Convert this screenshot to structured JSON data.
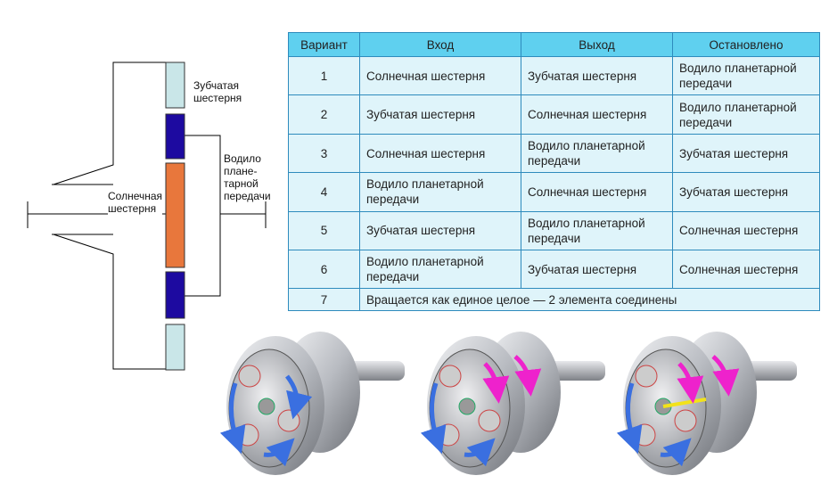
{
  "schematic": {
    "ring_gear_label": "Зубчатая\nшестерня",
    "carrier_label": "Водило\nплане-\nтарной\nпередачи",
    "sun_gear_label": "Солнечная\nшестерня",
    "colors": {
      "ring": "#c9e6e8",
      "carrier": "#1d0aa0",
      "sun": "#e8773c"
    }
  },
  "table": {
    "headers": [
      "Вариант",
      "Вход",
      "Выход",
      "Остановлено"
    ],
    "rows": [
      [
        "1",
        "Солнечная шестерня",
        "Зубчатая шестерня",
        "Водило планетарной передачи"
      ],
      [
        "2",
        "Зубчатая шестерня",
        "Солнечная шестерня",
        "Водило планетарной передачи"
      ],
      [
        "3",
        "Солнечная шестерня",
        "Водило планетарной передачи",
        "Зубчатая шестерня"
      ],
      [
        "4",
        "Водило планетарной передачи",
        "Солнечная шестерня",
        "Зубчатая шестерня"
      ],
      [
        "5",
        "Зубчатая шестерня",
        "Водило планетарной передачи",
        "Солнечная шестерня"
      ],
      [
        "6",
        "Водило планетарной передачи",
        "Зубчатая шестерня",
        "Солнечная шестерня"
      ]
    ],
    "last_row": {
      "num": "7",
      "text": "Вращается как единое целое — 2 элемента соединены"
    },
    "colors": {
      "header": "#5fd0ef",
      "cell": "#dff4fa",
      "border": "#2e8bbd"
    }
  },
  "illustrations": {
    "count": 3,
    "colors": {
      "blue_arrow": "#3a6fe0",
      "magenta_arrow": "#ee22cc",
      "yellow_lock": "#f2e21a",
      "metal": "#b9bcc2"
    }
  }
}
